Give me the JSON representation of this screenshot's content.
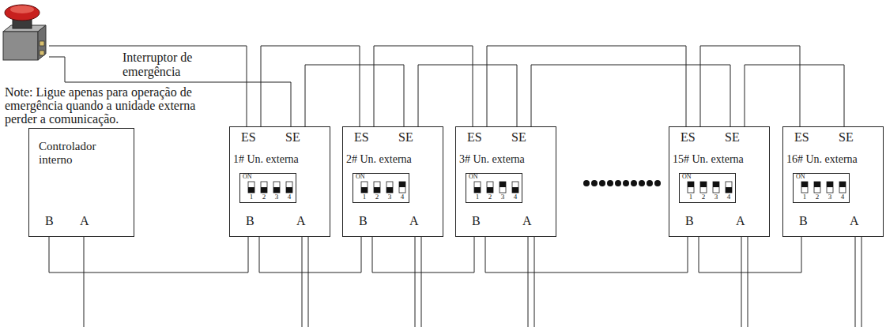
{
  "diagram": {
    "nodes": [
      {
        "text": [
          "Interruptor de emergência"
        ]
      },
      {
        "text": [
          "Controlador interno",
          "B",
          "A"
        ]
      },
      {
        "text": [
          "ES",
          "SE",
          "1# Un. externa",
          "B",
          "A"
        ]
      },
      {
        "text": [
          "ON",
          "1",
          "2",
          "3",
          "4"
        ],
        "in": 2
      },
      {
        "text": [
          "ES",
          "SE",
          "2# Un. externa",
          "B",
          "A"
        ]
      },
      {
        "text": [
          "ON",
          "1",
          "2",
          "3",
          "4"
        ],
        "in": 4
      },
      {
        "text": [
          "ES",
          "SE",
          "3# Un. externa",
          "B",
          "A"
        ]
      },
      {
        "text": [
          "ON",
          "1",
          "2",
          "3",
          "4"
        ],
        "in": 6
      },
      {
        "text": [
          "ES",
          "SE",
          "15# Un. externa",
          "B",
          "A"
        ]
      },
      {
        "text": [
          "ON",
          "1",
          "2",
          "3",
          "4"
        ],
        "in": 8
      },
      {
        "text": [
          "ES",
          "SE",
          "16# Un. externa",
          "B",
          "A"
        ]
      },
      {
        "text": [
          "ON",
          "1",
          "2",
          "3",
          "4"
        ],
        "in": 10
      }
    ],
    "edges": [
      {
        "from": 0,
        "to": 2,
        "arrow": "none"
      },
      {
        "from": 0,
        "to": 2,
        "arrow": "none"
      },
      {
        "from": 2,
        "to": 4,
        "arrow": "none"
      },
      {
        "from": 2,
        "to": 4,
        "arrow": "none"
      },
      {
        "from": 4,
        "to": 6,
        "arrow": "none"
      },
      {
        "from": 4,
        "to": 6,
        "arrow": "none"
      },
      {
        "from": 6,
        "to": 8,
        "arrow": "none"
      },
      {
        "from": 6,
        "to": 8,
        "arrow": "none"
      },
      {
        "from": 8,
        "to": 10,
        "arrow": "none"
      },
      {
        "from": 8,
        "to": 10,
        "arrow": "none"
      },
      {
        "from": 1,
        "to": 2,
        "arrow": "none"
      },
      {
        "from": 2,
        "to": 4,
        "arrow": "none"
      },
      {
        "from": 4,
        "to": 6,
        "arrow": "none"
      },
      {
        "from": 6,
        "to": 8,
        "arrow": "none"
      },
      {
        "from": 8,
        "to": 10,
        "arrow": "none"
      }
    ],
    "labels": [
      "Note: Ligue apenas para operação de emergência quando a unidade externa perder a comunicação."
    ]
  }
}
